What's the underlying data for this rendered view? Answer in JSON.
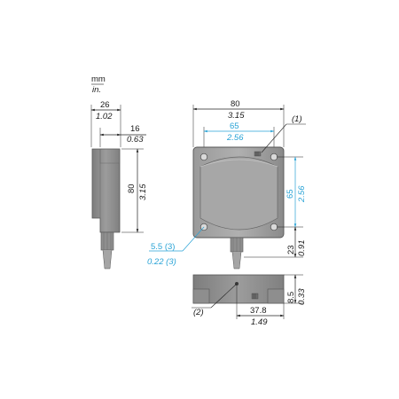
{
  "units": {
    "metric": "mm",
    "imperial": "in."
  },
  "side_view": {
    "width_mm": "26",
    "width_in": "1.02",
    "depth_mm": "16",
    "depth_in": "0.63",
    "height_mm": "80",
    "height_in": "3.15"
  },
  "front_view": {
    "width_mm": "80",
    "width_in": "3.15",
    "hole_spacing_mm": "65",
    "hole_spacing_in": "2.56",
    "vert_spacing_mm": "65",
    "vert_spacing_in": "2.56",
    "hole_dia_mm": "5.5 (3)",
    "hole_dia_in": "0.22 (3)",
    "offset_mm": "23",
    "offset_in": "0.91",
    "note1": "(1)"
  },
  "bottom_view": {
    "thickness_mm": "8.5",
    "thickness_in": "0.33",
    "offset_mm": "37.8",
    "offset_in": "1.49",
    "note2": "(2)"
  },
  "colors": {
    "accent": "#29a3d6",
    "body": "#8c8c8c",
    "body_light": "#b3b3b3"
  }
}
